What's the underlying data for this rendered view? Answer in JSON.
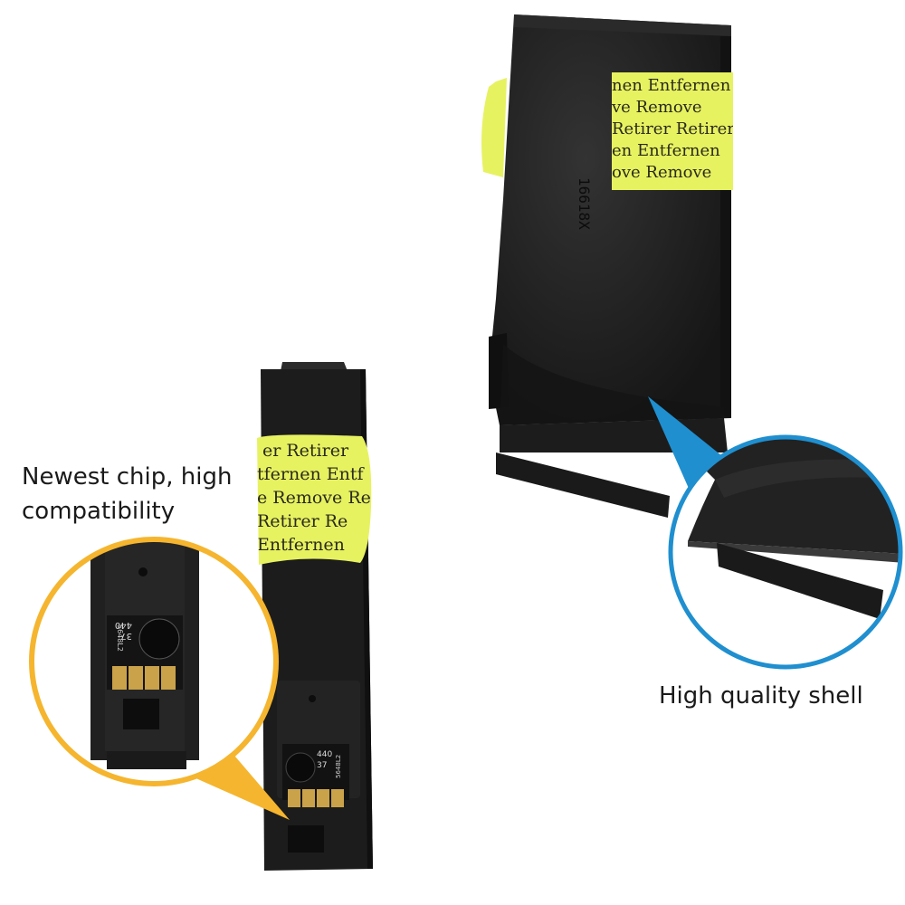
{
  "captions": {
    "chip": "Newest chip, high compatibility",
    "shell": "High quality shell"
  },
  "colors": {
    "background": "#ffffff",
    "cartridge": "#1e1e1e",
    "tape": "#e7f261",
    "chip_callout": "#f5b52e",
    "shell_callout": "#1f8fcf",
    "chip_gold": "#c9a24a"
  },
  "tape_labels": [
    "Entfernen",
    "Remove",
    "Retirer"
  ],
  "cartridge_marking": "16618X",
  "chip_marking": {
    "line1": "440",
    "line2": "37",
    "side": "5648L2"
  }
}
